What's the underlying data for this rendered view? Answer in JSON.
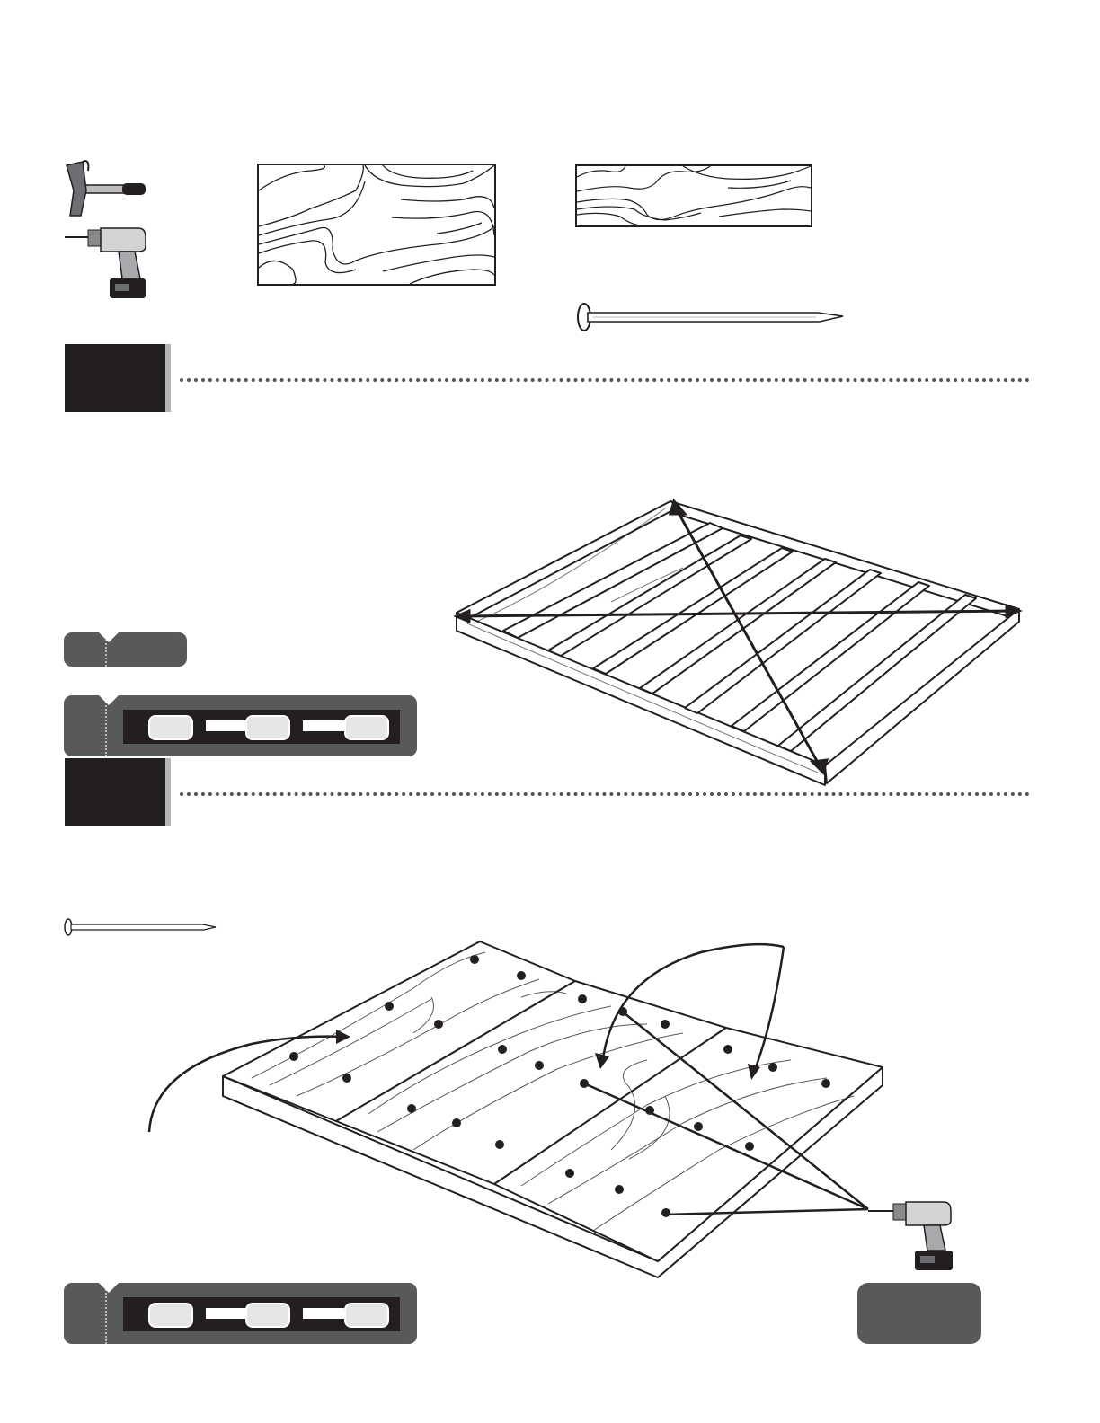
{
  "document": {
    "kind": "assembly-instructions-page",
    "tools": [
      {
        "icon": "hammer-icon"
      },
      {
        "icon": "power-drill-icon"
      }
    ],
    "parts": [
      {
        "icon": "plywood-panel-icon"
      },
      {
        "icon": "plywood-strip-icon"
      },
      {
        "icon": "nail-icon"
      }
    ],
    "steps": [
      {
        "icon": "floor-frame-squaring-diagram"
      },
      {
        "icon": "plywood-floor-fastening-diagram"
      }
    ],
    "colors": {
      "ink": "#231f20",
      "tag_gray": "#58595b",
      "rule_gray": "#555555",
      "accent_gray": "#b5b5b5"
    }
  }
}
